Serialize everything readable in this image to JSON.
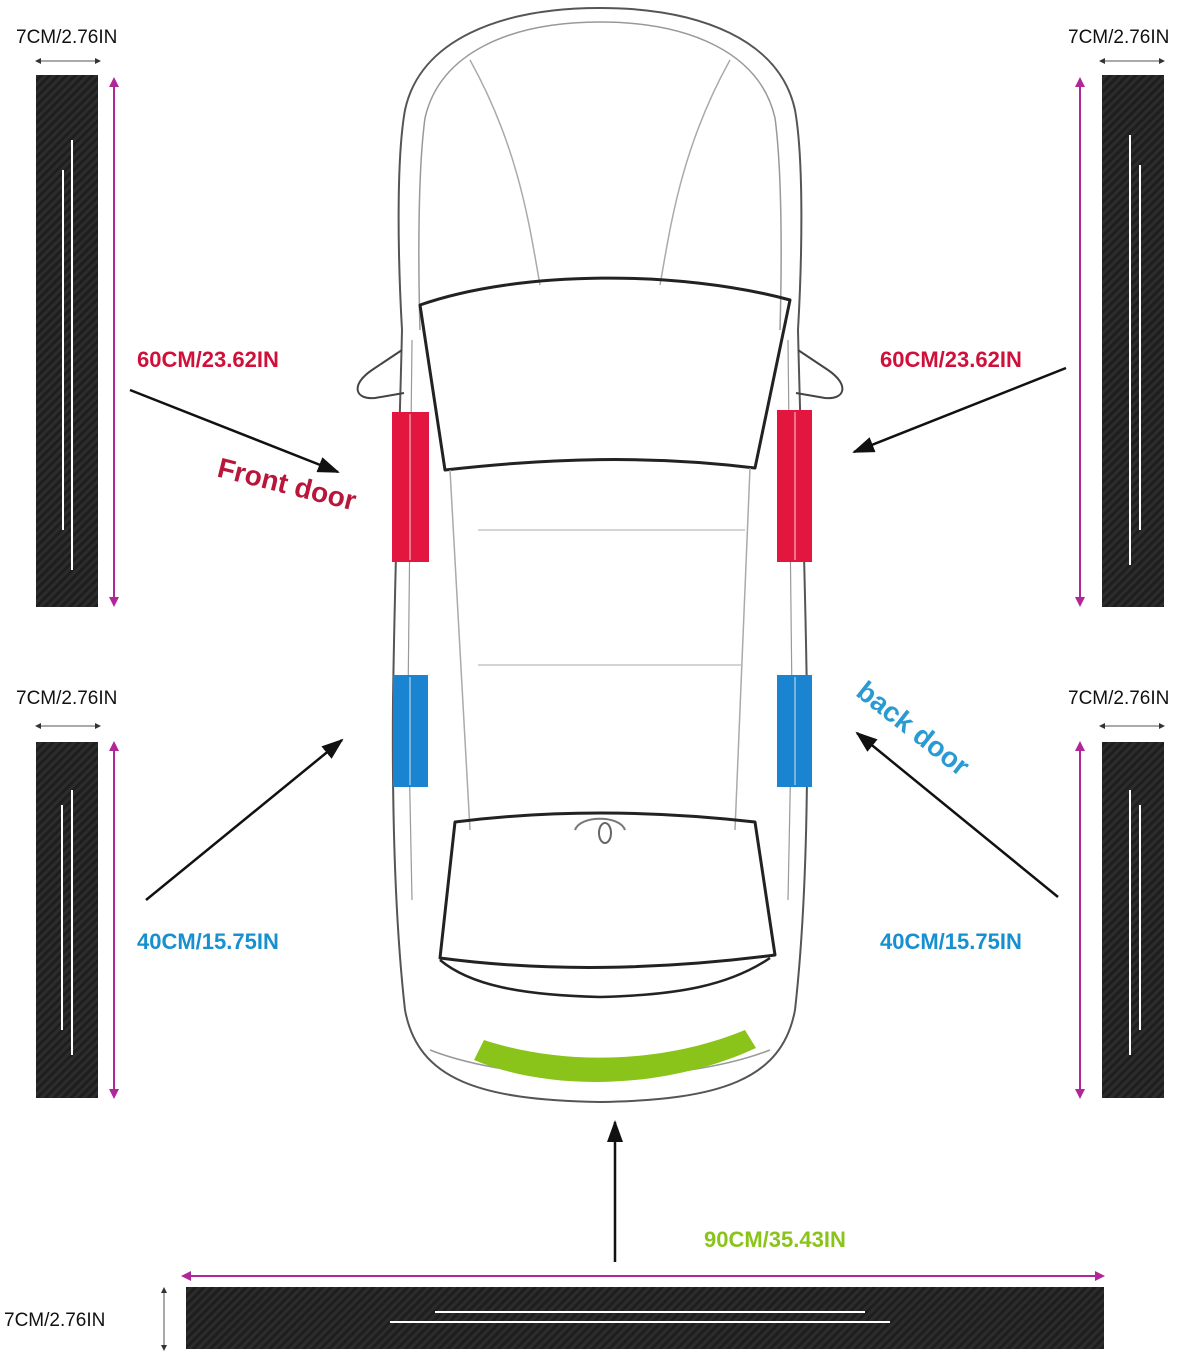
{
  "labels": {
    "width_tl": "7CM/2.76IN",
    "width_tr": "7CM/2.76IN",
    "width_ml": "7CM/2.76IN",
    "width_mr": "7CM/2.76IN",
    "width_bottom": "7CM/2.76IN",
    "front_left": "60CM/23.62IN",
    "front_right": "60CM/23.62IN",
    "back_left": "40CM/15.75IN",
    "back_right": "40CM/15.75IN",
    "rear": "90CM/35.43IN",
    "front_door": "Front door",
    "back_door": "back door"
  },
  "colors": {
    "front": "#e2163f",
    "back": "#1b84d0",
    "rear": "#8ac41a",
    "dimension_arrow": "#b1279a",
    "strip": "#1e1e1e"
  }
}
